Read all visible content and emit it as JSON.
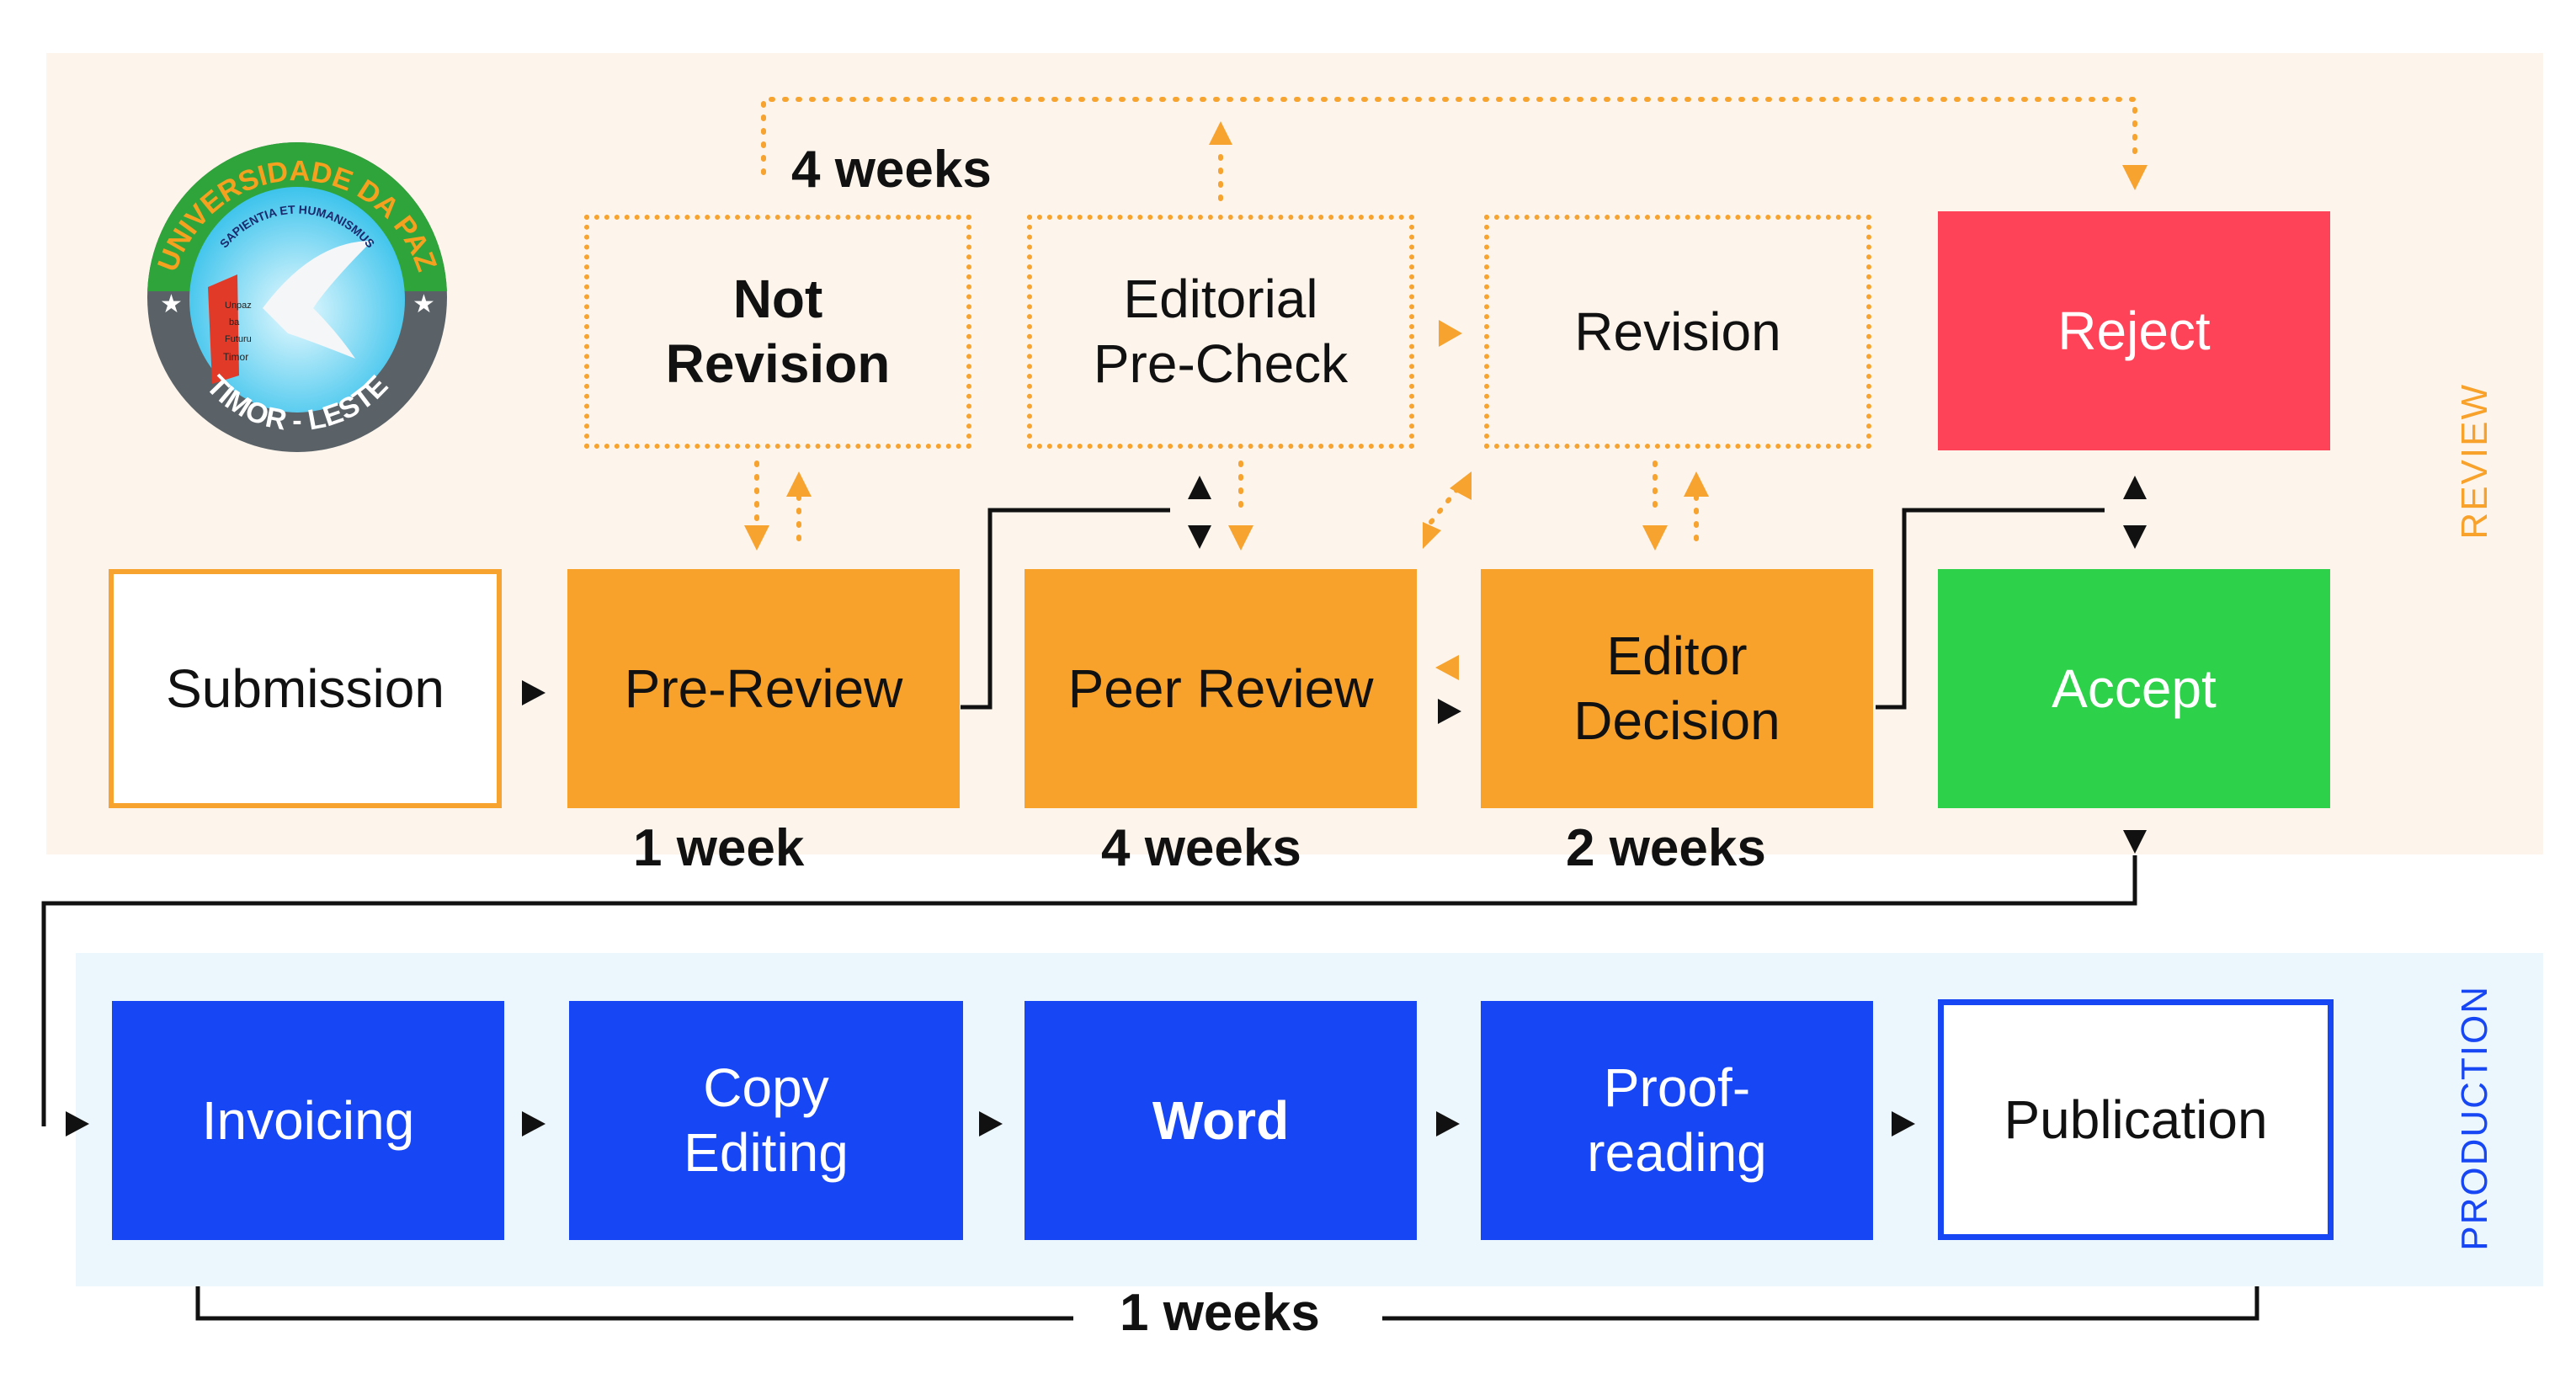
{
  "sections": {
    "review": "REVIEW",
    "production": "PRODUCTION"
  },
  "colors": {
    "review_accent": "#f8a22b",
    "production_accent": "#1747f5",
    "accept": "#2dd24a",
    "reject": "#fe4257",
    "review_bg": "#fdf5ec",
    "production_bg": "#ecf6fd"
  },
  "logo": {
    "top_text": "UNIVERSIDADE DA PAZ",
    "motto": "SAPIENTIA ET HUMANISMUS",
    "scroll_text": [
      "Unpaz",
      "ba",
      "Futuru",
      "Timor"
    ],
    "bottom_text": "TIMOR - LESTE"
  },
  "review": {
    "submission": "Submission",
    "pre_review": "Pre-Review",
    "peer_review": "Peer Review",
    "editor_decision": [
      "Editor",
      "Decision"
    ],
    "accept": "Accept",
    "reject": "Reject",
    "not_revision": [
      "Not",
      "Revision"
    ],
    "editorial_precheck": [
      "Editorial",
      "Pre-Check"
    ],
    "revision": "Revision",
    "durations": {
      "loop": "4 weeks",
      "pre_review": "1 week",
      "peer_review": "4 weeks",
      "editor_decision": "2 weeks"
    }
  },
  "production": {
    "invoicing": "Invoicing",
    "copy_editing": [
      "Copy",
      "Editing"
    ],
    "word": "Word",
    "proofreading": [
      "Proof-",
      "reading"
    ],
    "publication": "Publication",
    "duration": "1 weeks"
  }
}
